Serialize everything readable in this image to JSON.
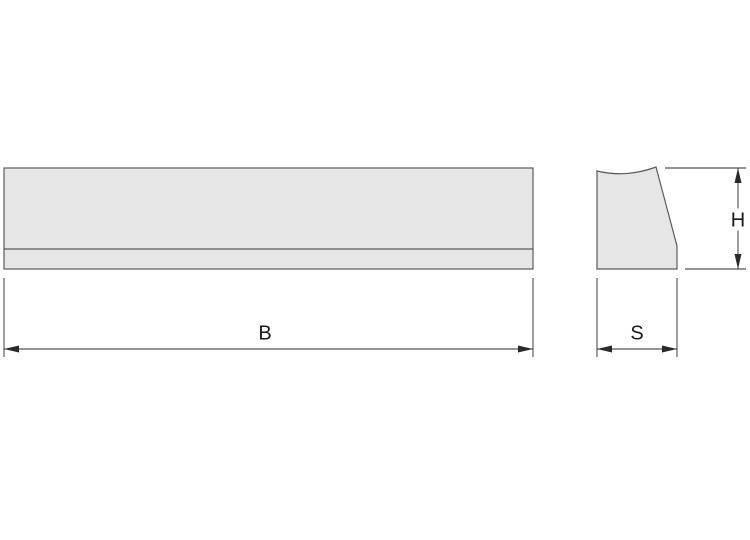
{
  "dimensions": {
    "width_label": "B",
    "depth_label": "S",
    "height_label": "H"
  },
  "colors": {
    "face_fill": "#e6e6e6",
    "outline": "#5a5a5a",
    "dimension_line": "#2a2a2a"
  }
}
